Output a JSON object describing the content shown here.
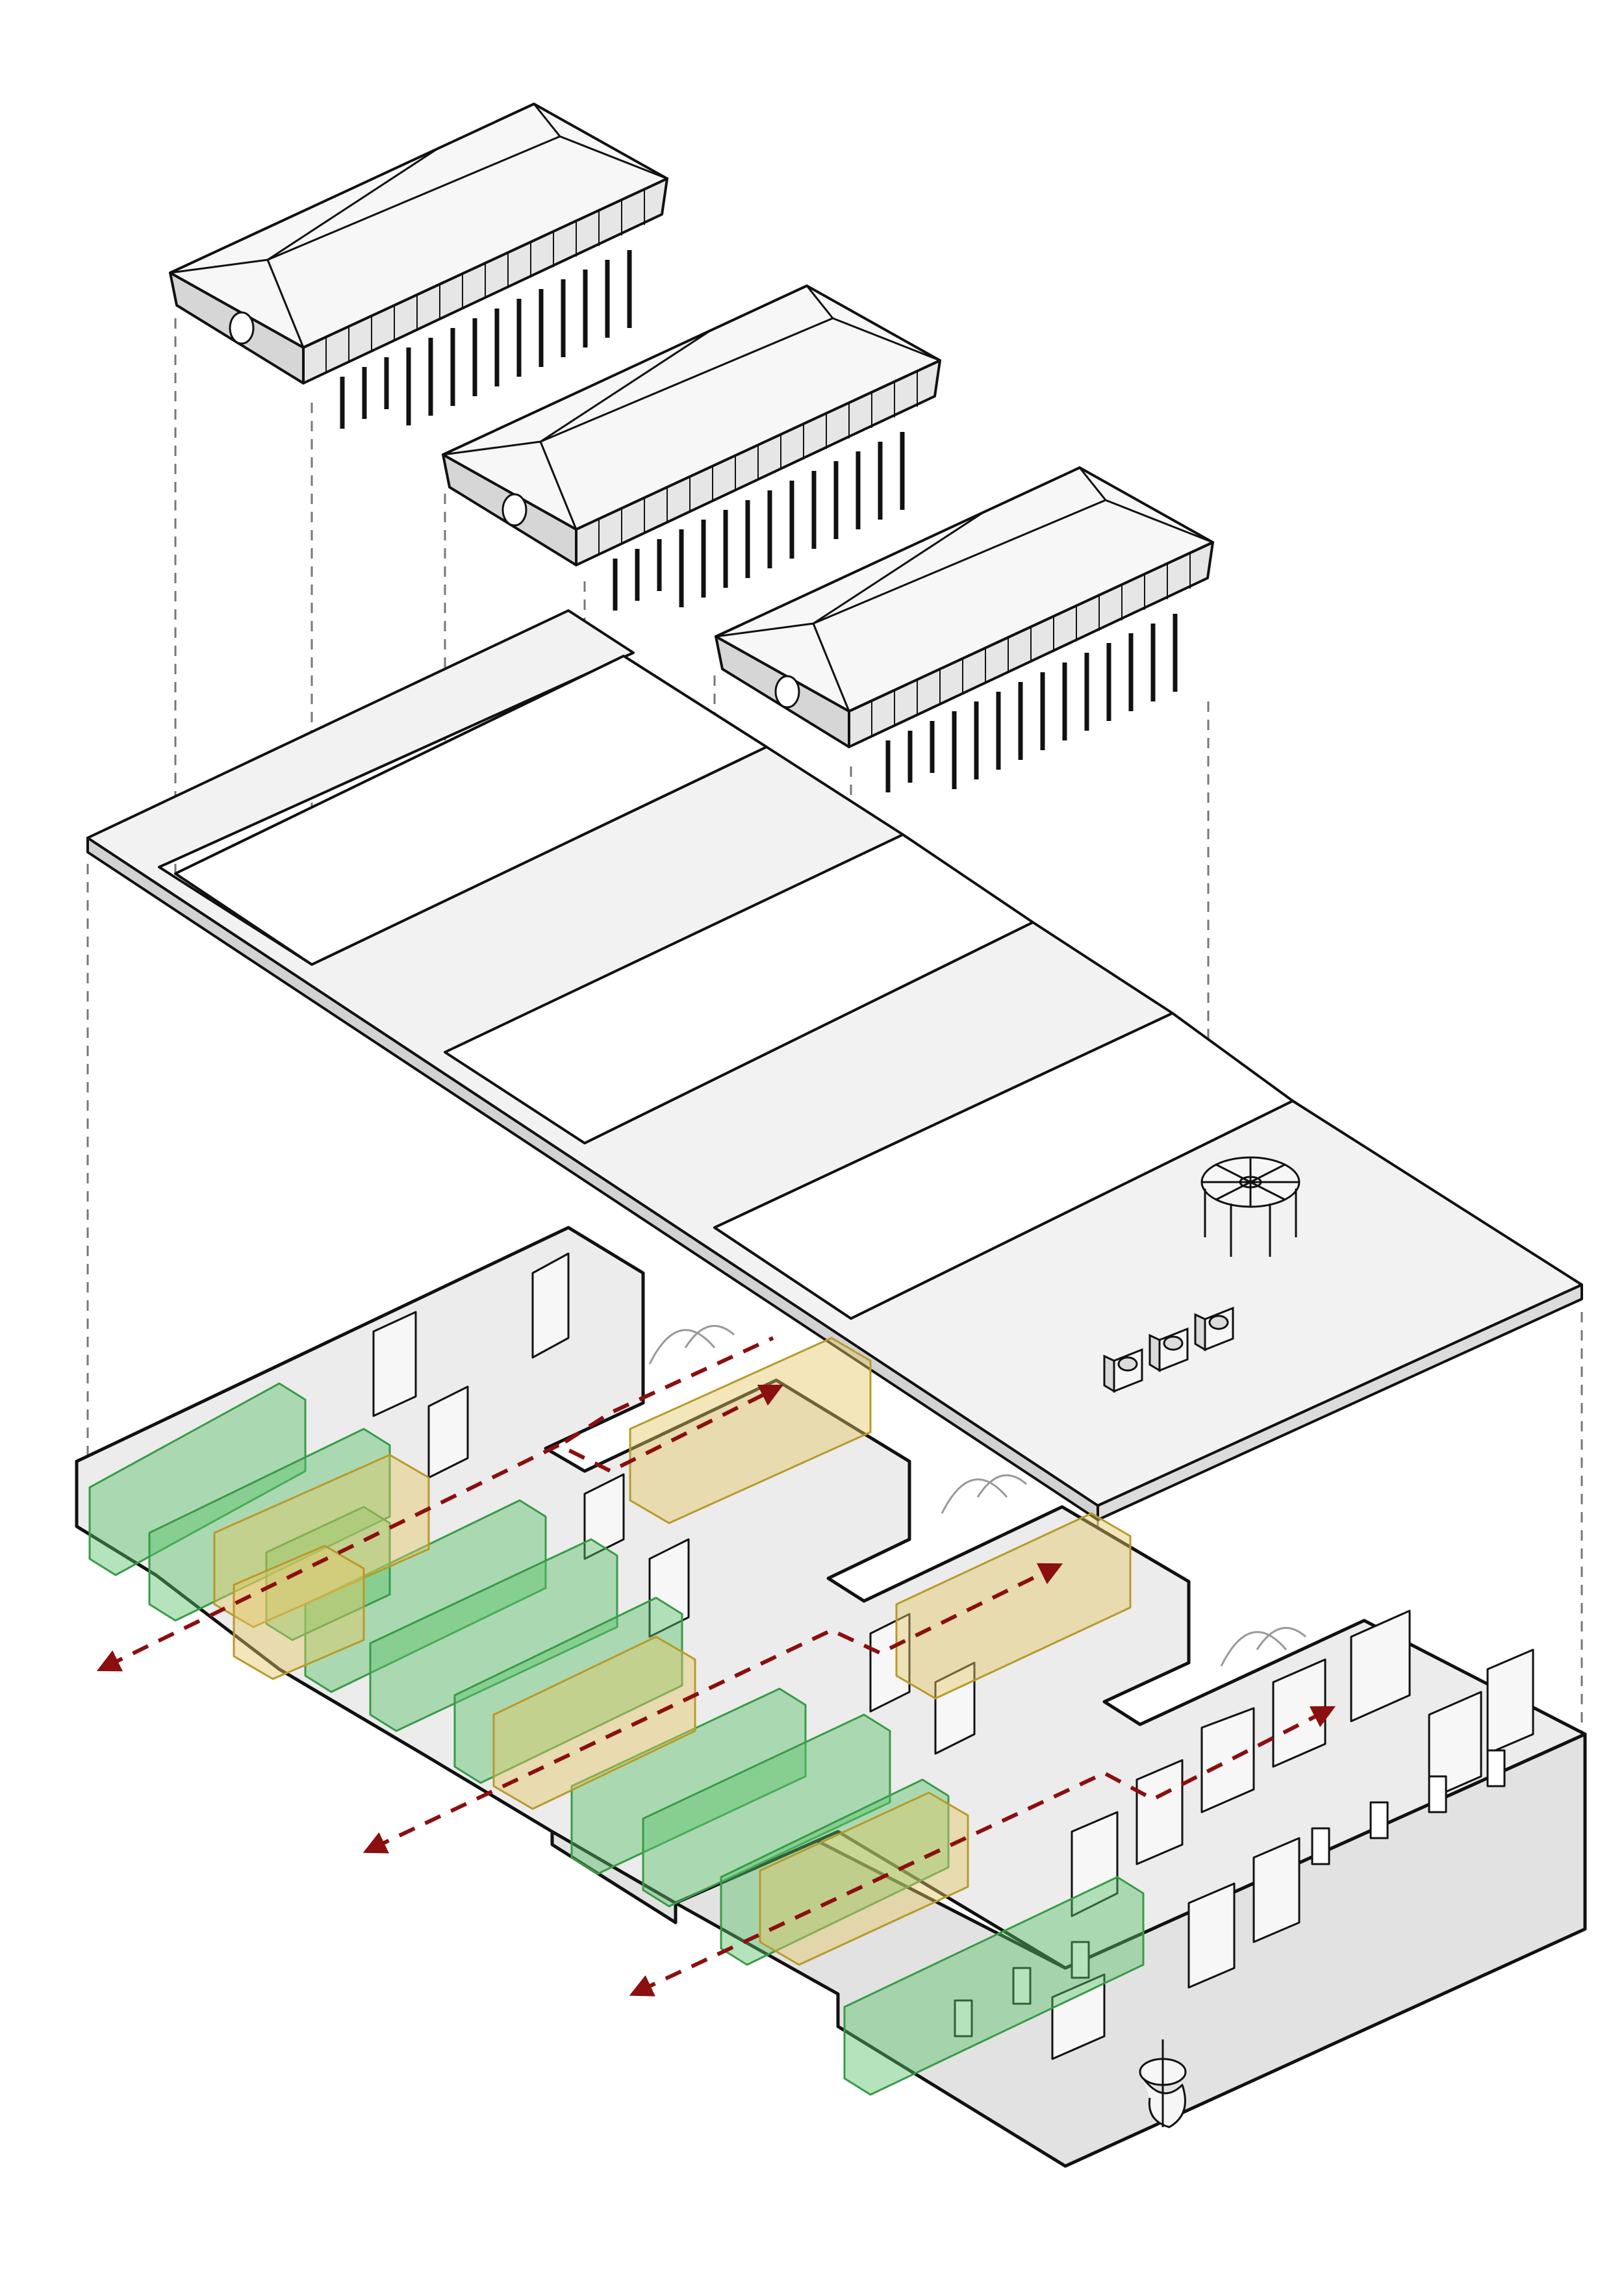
{
  "diagram": {
    "type": "exploded-axonometric",
    "text_labels": [],
    "colors": {
      "background": "#ffffff",
      "line": "#111111",
      "roof_face": "#f7f7f7",
      "roof_side": "#d6d6d6",
      "slab": "#f2f2f2",
      "slab_edge": "#d2d2d2",
      "floor": "#ececec",
      "wall": "#f4f4f4",
      "guide_line": "#777777",
      "green_zone": "#5cc46b",
      "yellow_zone": "#e3c766",
      "circulation_arrow": "#8b0f0f"
    },
    "layers": [
      {
        "name": "roof-pavilions",
        "count": 3
      },
      {
        "name": "roof-slab",
        "openings": 5
      },
      {
        "name": "ground-floor-plan",
        "green_zones": 10,
        "yellow_zones": 6,
        "circulation_arrows": 4
      }
    ],
    "icons": [
      "gazebo-icon",
      "rooftop-unit-icon",
      "spiral-stair-icon"
    ]
  }
}
